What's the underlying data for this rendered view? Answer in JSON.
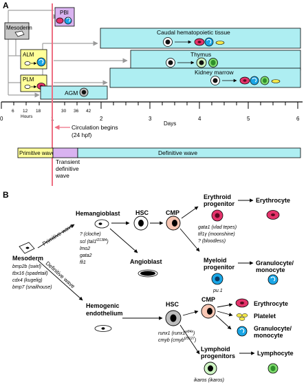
{
  "panels": {
    "a": "A",
    "b": "B"
  },
  "part_a": {
    "boxes": {
      "mesoderm": "Mesoderm",
      "alm": "ALM",
      "plm": "PLM",
      "pbi": "PBI",
      "caudal": "Caudal hematopoietic tissue",
      "thymus": "Thymus",
      "kidney": "Kidney marrow",
      "agm": "AGM"
    },
    "axis": {
      "hour_ticks": [
        "6",
        "12",
        "18"
      ],
      "hours_label": "Hours",
      "hour_ticks_2": [
        "30",
        "36",
        "42"
      ],
      "day_ticks": [
        "0",
        "1",
        "2",
        "3",
        "4",
        "5",
        "6"
      ],
      "days_label": "Days"
    },
    "circulation": {
      "line1": "Circulation begins",
      "line2": "(24 hpf)"
    },
    "waves": {
      "primitive": "Primitive wave",
      "definitive": "Definitive wave",
      "transient_1": "Transient",
      "transient_2": "definitive",
      "transient_3": "wave"
    }
  },
  "part_b": {
    "primitive_wave": "Primitive wave",
    "definitive_wave": "Definitive wave",
    "mesoderm": "Mesoderm",
    "mesoderm_genes": [
      "bmp2b (swirl)",
      "tbx16 (spadetail)",
      "cdx4 (kugelig)",
      "bmp7 (snailhouse)"
    ],
    "hemangioblast": "Hemangioblast",
    "hemangioblast_genes": {
      "g1": "? (cloche)",
      "g2_main": "scl (tal1",
      "g2_sup": "t21384",
      "g2_end": ")",
      "g3": "lmo2",
      "g4": "gata2",
      "g5": "fli1"
    },
    "angioblast": "Angioblast",
    "hsc_top": "HSC",
    "cmp_top": "CMP",
    "erythroid_1": "Erythroid",
    "erythroid_2": "progenitor",
    "erythroid_genes": [
      "gata1 (vlad tepes)",
      "tif1γ (moonshine)",
      "? (bloodless)"
    ],
    "erythrocyte_top": "Erythrocyte",
    "myeloid_1": "Myeloid",
    "myeloid_2": "progenitor",
    "myeloid_gene": "pu.1",
    "granulocyte_top_1": "Granulocyte/",
    "granulocyte_top_2": "monocyte",
    "hemogenic_1": "Hemogenic",
    "hemogenic_2": "endothelium",
    "hsc_bottom": "HSC",
    "hsc_genes": {
      "a_main": "runx1 (runx1",
      "a_sup": "w84x",
      "a_end": ")",
      "b_main": "cmyb (cmyb",
      "b_sup": "t25127",
      "b_end": ")"
    },
    "cmp_bottom": "CMP",
    "erythrocyte_bottom": "Erythrocyte",
    "platelet": "Platelet",
    "granulocyte_bottom_1": "Granulocyte/",
    "granulocyte_bottom_2": "monocyte",
    "lymphoid_1": "Lymphoid",
    "lymphoid_2": "progenitors",
    "lymphoid_gene": "ikaros (ikaros)",
    "lymphocyte": "Lymphocyte"
  },
  "colors": {
    "mesoderm_box": "#c8c8c8",
    "alm_plm_box": "#ffff99",
    "pbi_box": "#d9b3f0",
    "definitive_box": "#aeeef2",
    "circulation_line": "#ee6e82",
    "erythro_red": "#e4336b",
    "myeloid_blue": "#1aa6e6",
    "lymph_green": "#7fdc6e",
    "cmp_peach": "#f9c7b4",
    "lymphoid_light": "#cff5c4",
    "platelet_yellow": "#f3e74b"
  }
}
